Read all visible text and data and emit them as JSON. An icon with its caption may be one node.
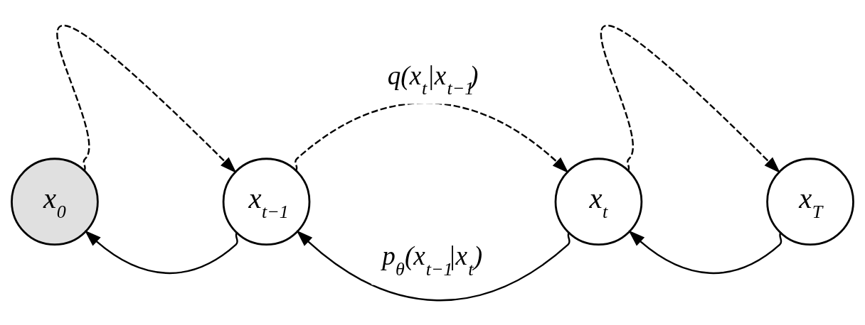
{
  "diagram": {
    "nodes": [
      {
        "text": [
          "x$_{0}$"
        ]
      },
      {
        "text": [
          "x$_{t−1}$"
        ]
      },
      {
        "text": [
          "x$_{t}$"
        ]
      },
      {
        "text": [
          "x$_{T}$"
        ]
      }
    ],
    "edges": [
      {
        "from": 0,
        "to": 1,
        "arrow": "to",
        "style": "dashed"
      },
      {
        "from": 1,
        "to": 2,
        "arrow": "to",
        "style": "dashed",
        "label": "q(x$_{t}$|x$_{t−1}$)"
      },
      {
        "from": 2,
        "to": 3,
        "arrow": "to",
        "style": "dashed"
      },
      {
        "from": 1,
        "to": 0,
        "arrow": "to"
      },
      {
        "from": 2,
        "to": 1,
        "arrow": "to",
        "label": "p$_{θ}$(x$_{t−1}$|x$_{t}$)"
      },
      {
        "from": 3,
        "to": 2,
        "arrow": "to"
      }
    ]
  }
}
